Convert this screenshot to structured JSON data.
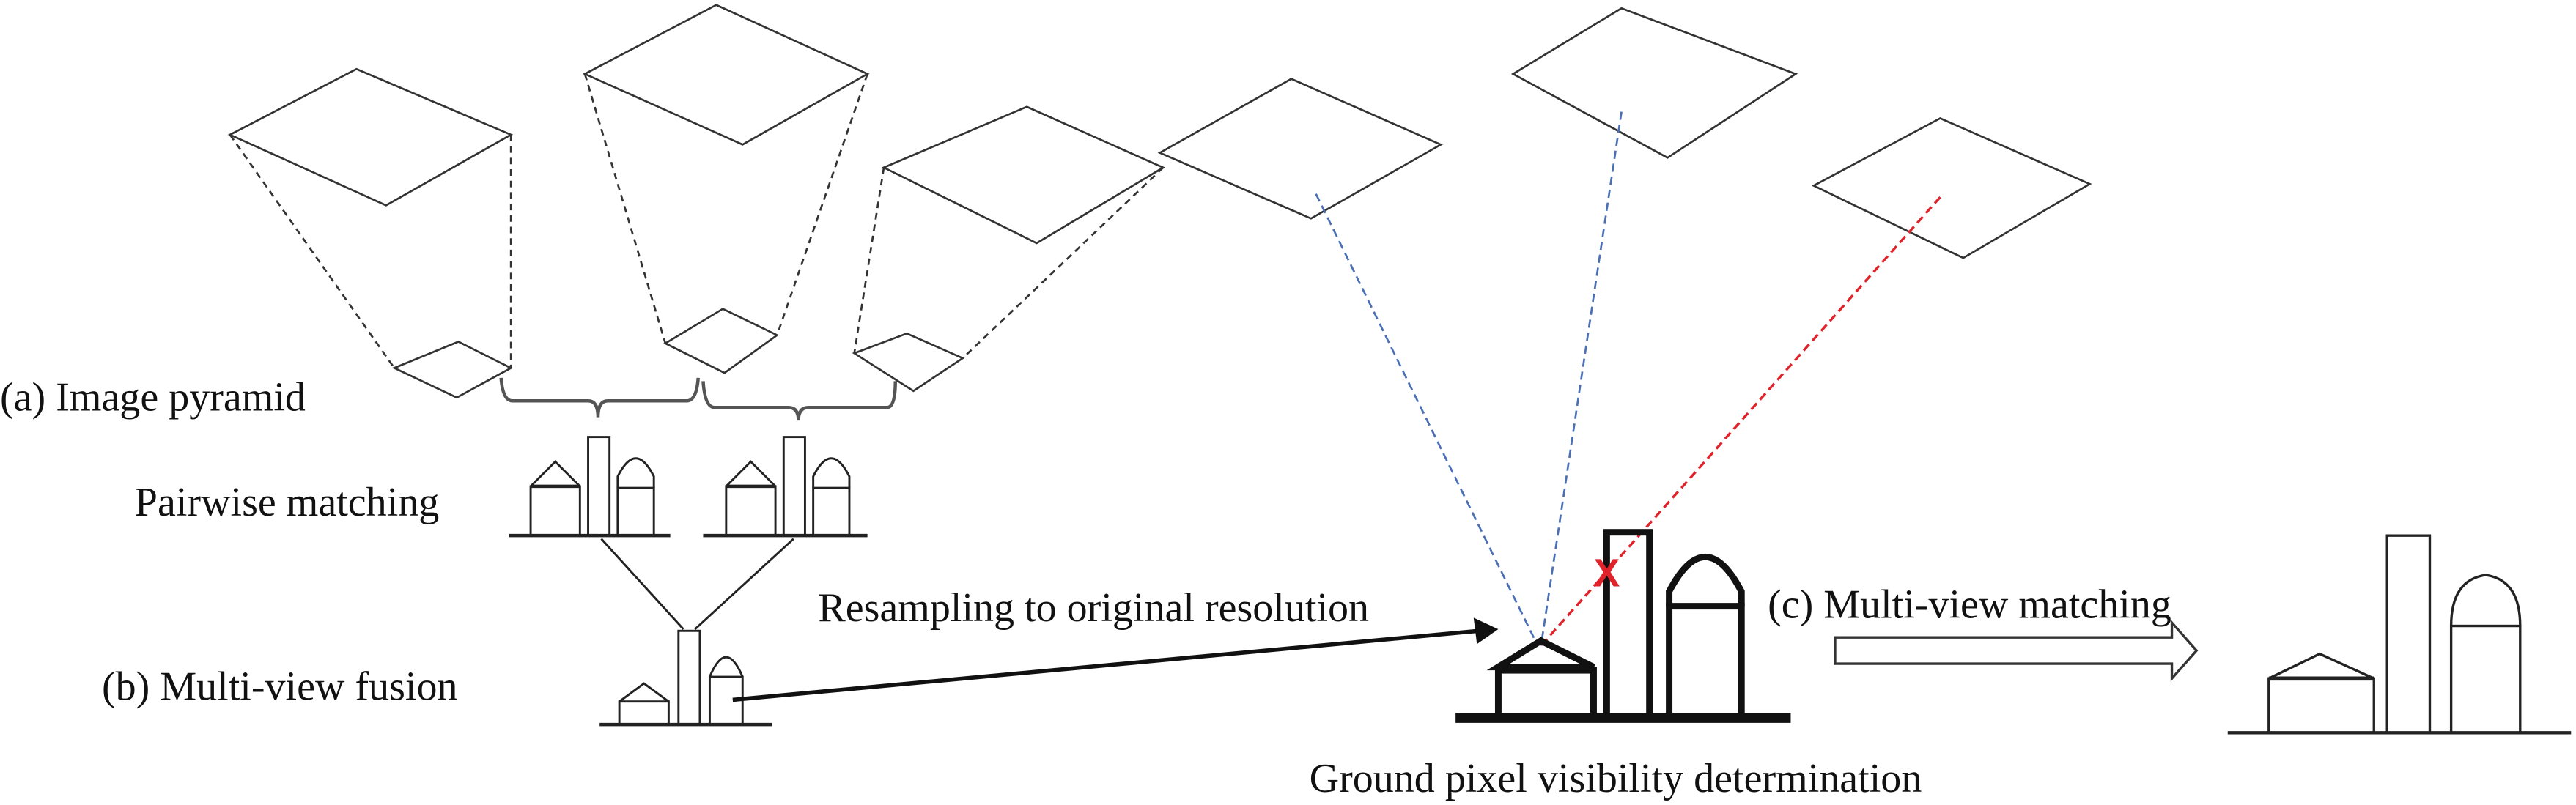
{
  "labels": {
    "image_pyramid": "(a) Image pyramid",
    "pairwise_matching": "Pairwise matching",
    "multi_view_fusion": "(b) Multi-view fusion",
    "resampling": "Resampling to original resolution",
    "multi_view_matching": "(c) Multi-view matching",
    "visibility": "Ground pixel visibility determination"
  },
  "colors": {
    "line": "#333333",
    "ray_visible": "#4a6fb5",
    "ray_occluded": "#e0232a",
    "occlusion_mark": "#e0232a"
  },
  "occlusion_mark_symbol": "X"
}
